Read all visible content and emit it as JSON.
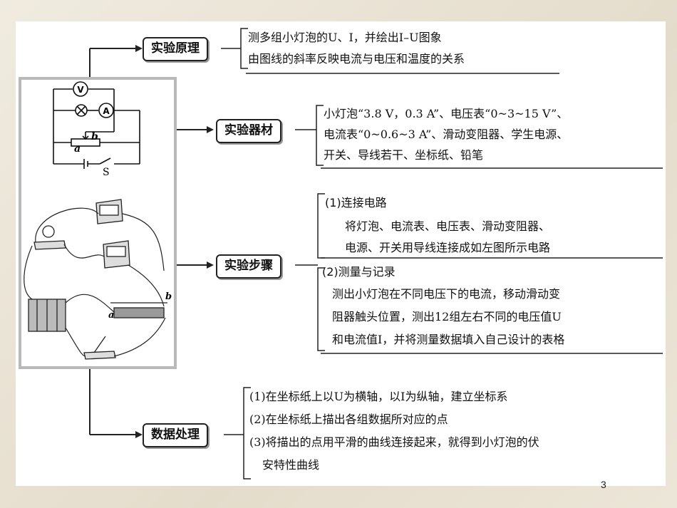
{
  "nodes": {
    "principle": "实验原理",
    "equipment": "实验器材",
    "steps": "实验步骤",
    "data": "数据处理"
  },
  "principle": {
    "line1": "测多组小灯泡的U、I，并绘出I–U图象",
    "line2": "由图线的斜率反映电流与电压和温度的关系"
  },
  "equipment": {
    "line1": "小灯泡“3.8 V，0.3 A”、电压表“0~3~15 V”、",
    "line2": "电流表“0~0.6~3 A”、滑动变阻器、学生电源、",
    "line3": "开关、导线若干、坐标纸、铅笔"
  },
  "steps": {
    "s1_title": "(1)连接电路",
    "s1_line1": "将灯泡、电流表、电压表、滑动变阻器、",
    "s1_line2": "电源、开关用导线连接成如左图所示电路",
    "s2_title": "(2)测量与记录",
    "s2_line1": "测出小灯泡在不同电压下的电流，移动滑动变",
    "s2_line2": "阻器触头位置，测出12组左右不同的电压值U",
    "s2_line3": "和电流值I，并将测量数据填入自己设计的表格"
  },
  "data_processing": {
    "line1": "(1)在坐标纸上以U为横轴，以I为纵轴，建立坐标系",
    "line2": "(2)在坐标纸上描出各组数据所对应的点",
    "line3": "(3)将描出的点用平滑的曲线连接起来，就得到小灯泡的伏",
    "line4": "安特性曲线"
  },
  "circuit": {
    "voltmeter": "V",
    "ammeter": "A",
    "label_a": "a",
    "label_b": "b",
    "switch": "S"
  },
  "page_number": "3"
}
